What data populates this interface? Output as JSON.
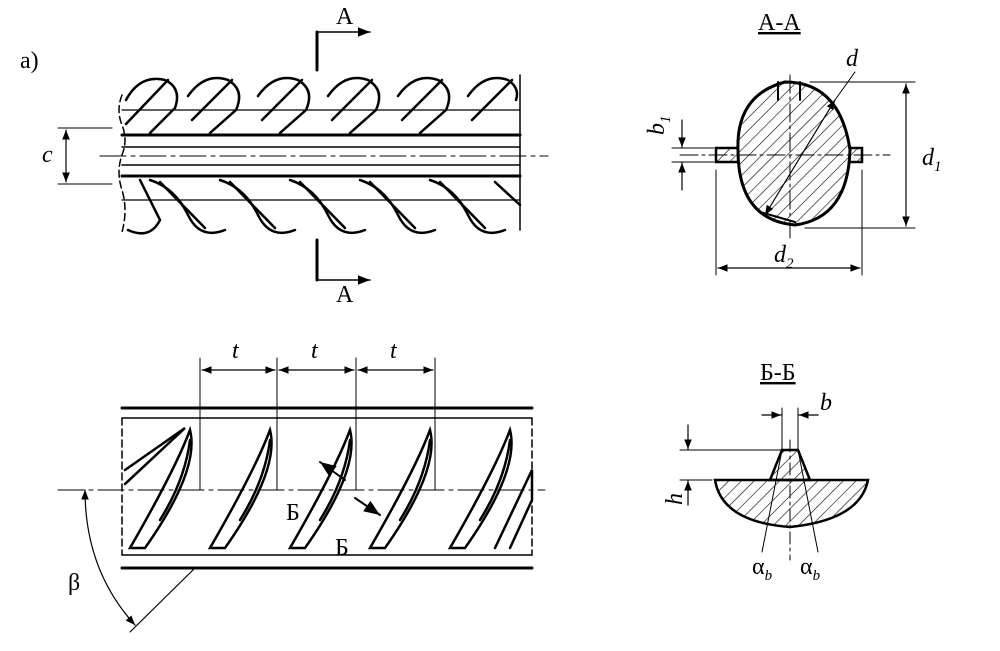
{
  "labels": {
    "panel_a": "а)",
    "section_a_top": "A",
    "section_a_bottom": "A",
    "section_aa_title": "A-A",
    "section_bb_title": "Б-Б",
    "dim_c": "c",
    "dim_d": "d",
    "dim_d1": "d",
    "dim_d1_sub": "1",
    "dim_d2": "d",
    "dim_d2_sub": "2",
    "dim_b1": "b",
    "dim_b1_sub": "1",
    "dim_t1": "t",
    "dim_t2": "t",
    "dim_t3": "t",
    "section_b_1": "Б",
    "section_b_2": "Б",
    "angle_beta": "β",
    "dim_b": "b",
    "dim_h": "h",
    "alpha_left": "α",
    "alpha_left_sub": "b",
    "alpha_right": "α",
    "alpha_right_sub": "b"
  }
}
